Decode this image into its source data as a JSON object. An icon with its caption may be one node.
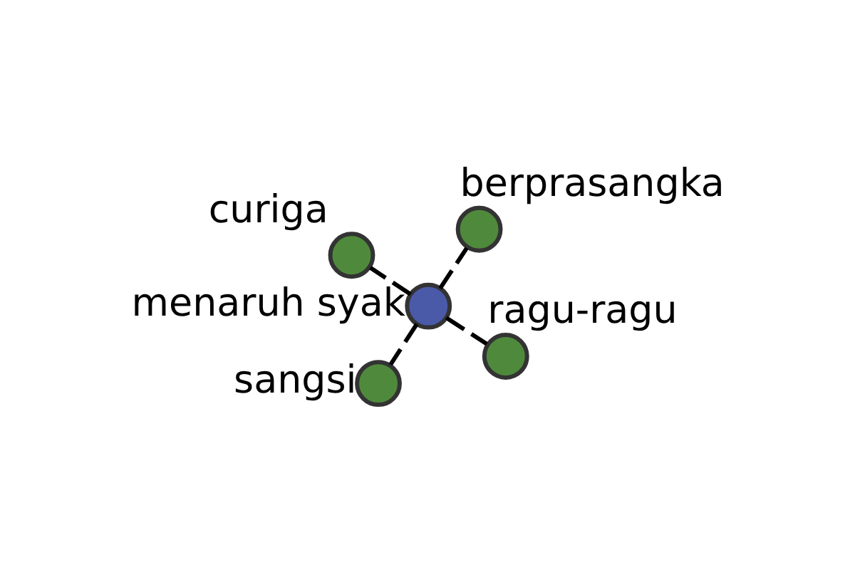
{
  "diagram": {
    "nodes": [
      {
        "text": [
          "menaruh syak"
        ]
      },
      {
        "text": [
          "ragu-ragu"
        ]
      },
      {
        "text": [
          "sangsi"
        ]
      },
      {
        "text": [
          "curiga"
        ]
      },
      {
        "text": [
          "berprasangka"
        ]
      }
    ],
    "edges": [
      {
        "from": 0,
        "to": 1,
        "arrow": "none",
        "style": "dashed"
      },
      {
        "from": 0,
        "to": 2,
        "arrow": "none",
        "style": "dashed"
      },
      {
        "from": 0,
        "to": 3,
        "arrow": "none",
        "style": "dashed"
      },
      {
        "from": 0,
        "to": 4,
        "arrow": "none",
        "style": "dashed"
      }
    ]
  }
}
